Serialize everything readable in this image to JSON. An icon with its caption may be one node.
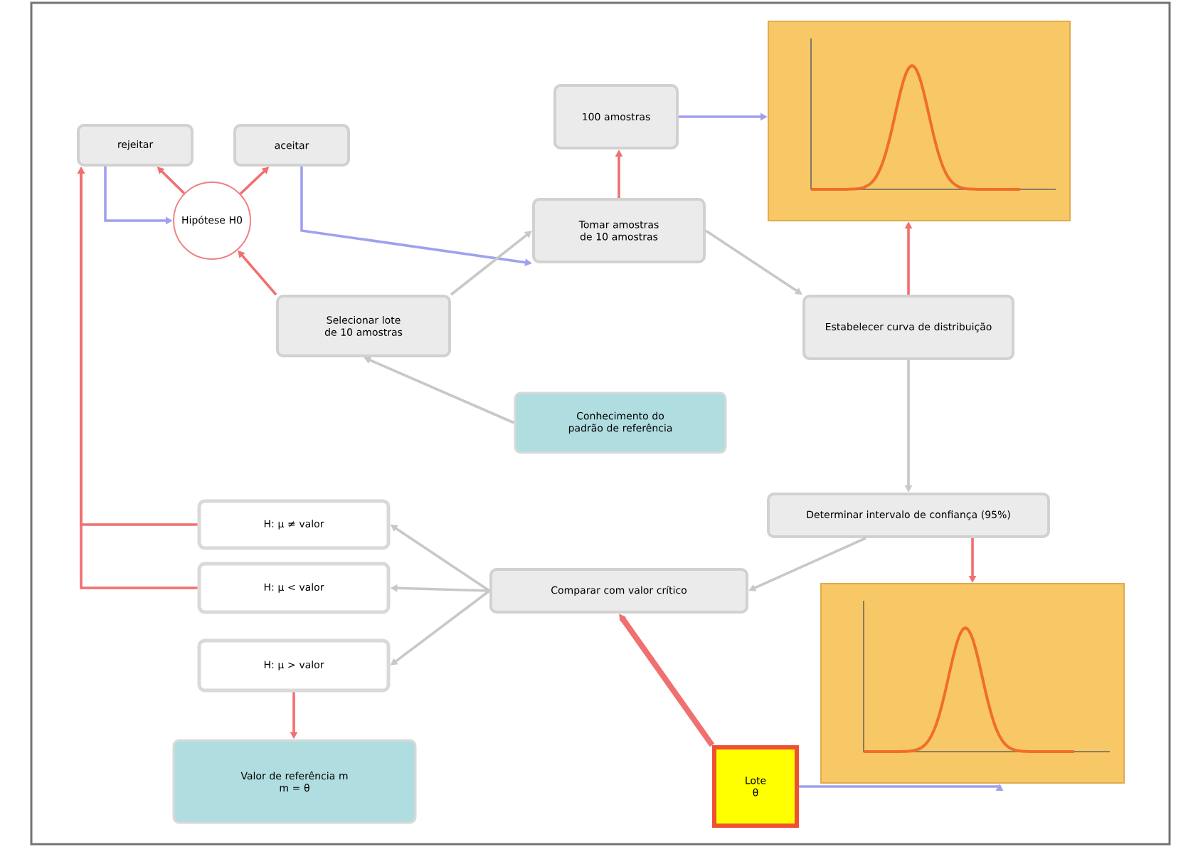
{
  "diagram": {
    "nodes": [
      {
        "text": [
          "rejeitar"
        ]
      },
      {
        "text": [
          "aceitar"
        ]
      },
      {
        "text": [
          "Hipótese H0"
        ]
      },
      {
        "text": [
          "100 amostras"
        ]
      },
      {
        "text": [],
        "shape": "picture"
      },
      {
        "text": [
          "Tomar amostras de 10 amostras"
        ]
      },
      {
        "text": [
          "Selecionar lote de 10 amostras"
        ]
      },
      {
        "text": [
          "Estabelecer curva de distribuição"
        ]
      },
      {
        "text": [
          "Conhecimento do padrão de referência"
        ]
      },
      {
        "text": [
          "Determinar intervalo de confiança (95%)"
        ]
      },
      {
        "text": [
          "H: μ ≠ valor"
        ]
      },
      {
        "text": [
          "H: μ < valor"
        ]
      },
      {
        "text": [
          "H: μ > valor"
        ]
      },
      {
        "text": [
          "Comparar com valor crítico"
        ]
      },
      {
        "text": [],
        "shape": "picture"
      },
      {
        "text": [
          "Valor de referência m",
          "m = θ"
        ]
      },
      {
        "text": [
          "Lote",
          "θ"
        ]
      }
    ],
    "edges": [
      {
        "from": 2,
        "to": 0,
        "arrow": "to"
      },
      {
        "from": 2,
        "to": 1,
        "arrow": "to"
      },
      {
        "from": 0,
        "to": 2,
        "arrow": "to",
        "color": "#a0a0f0"
      },
      {
        "from": 1,
        "to": 5,
        "arrow": "to",
        "color": "#a0a0f0"
      },
      {
        "from": 6,
        "to": 5,
        "arrow": "to",
        "color": "#c8c8c8"
      },
      {
        "from": 6,
        "to": 2,
        "arrow": "to"
      },
      {
        "from": 5,
        "to": 3,
        "arrow": "to"
      },
      {
        "from": 3,
        "to": 4,
        "arrow": "to",
        "color": "#a0a0f0"
      },
      {
        "from": 5,
        "to": 7,
        "arrow": "to",
        "color": "#c8c8c8"
      },
      {
        "from": 7,
        "to": 4,
        "arrow": "to"
      },
      {
        "from": 8,
        "to": 6,
        "arrow": "to",
        "color": "#c8c8c8"
      },
      {
        "from": 7,
        "to": 9,
        "arrow": "to",
        "color": "#c8c8c8"
      },
      {
        "from": 9,
        "to": 14,
        "arrow": "to"
      },
      {
        "from": 9,
        "to": 13,
        "arrow": "to",
        "color": "#c8c8c8"
      },
      {
        "from": 13,
        "to": 10,
        "arrow": "to",
        "color": "#c8c8c8"
      },
      {
        "from": 13,
        "to": 11,
        "arrow": "to",
        "color": "#c8c8c8"
      },
      {
        "from": 13,
        "to": 12,
        "arrow": "to",
        "color": "#c8c8c8"
      },
      {
        "from": 10,
        "to": 0,
        "arrow": "to"
      },
      {
        "from": 11,
        "to": 0,
        "arrow": "to"
      },
      {
        "from": 12,
        "to": 15,
        "arrow": "to"
      },
      {
        "from": 16,
        "to": 13,
        "arrow": "to",
        "style": "thick"
      },
      {
        "from": 16,
        "to": 14,
        "arrow": "to",
        "color": "#a0a0f0"
      }
    ]
  }
}
